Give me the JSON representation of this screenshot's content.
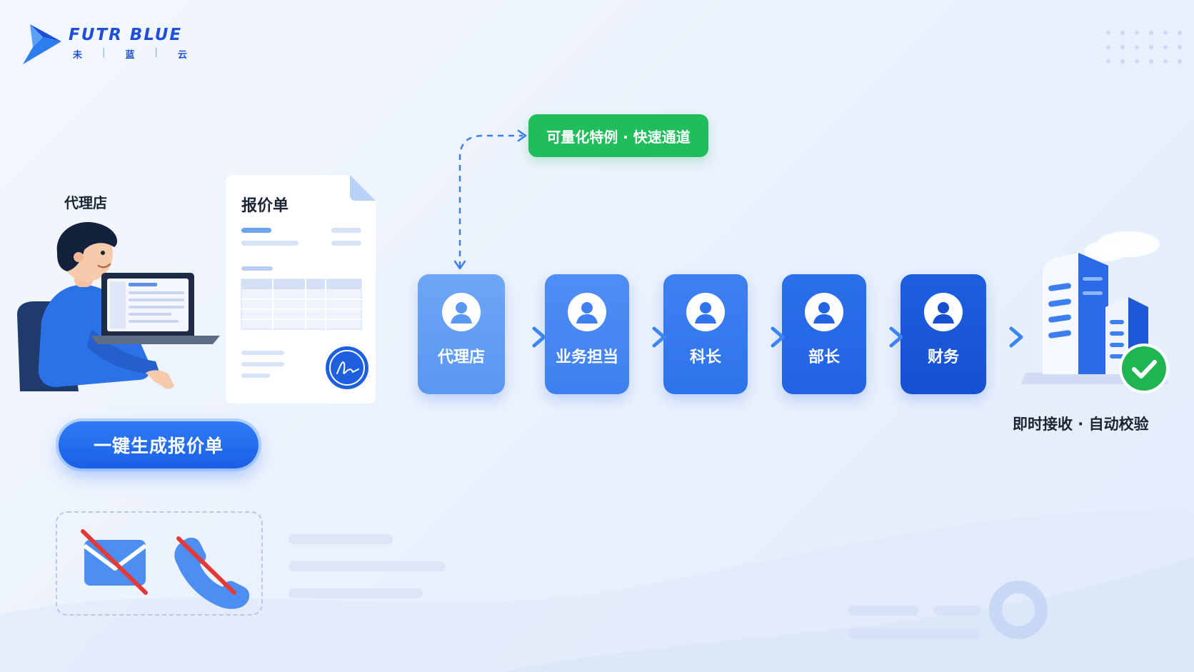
{
  "brand": {
    "name": "FUTR BLUE",
    "sub_chars": [
      "未",
      "蓝",
      "云"
    ],
    "color": "#1e4fd8"
  },
  "agent": {
    "label": "代理店"
  },
  "document": {
    "title": "报价单"
  },
  "action": {
    "button_label": "一键生成报价单"
  },
  "fast_track": {
    "label": "可量化特例 · 快速通道",
    "color": "#1fbe5a"
  },
  "flow": {
    "steps": [
      {
        "label": "代理店",
        "icon": "user-icon"
      },
      {
        "label": "业务担当",
        "icon": "user-icon"
      },
      {
        "label": "科长",
        "icon": "user-icon"
      },
      {
        "label": "部长",
        "icon": "user-icon"
      },
      {
        "label": "财务",
        "icon": "user-icon"
      }
    ]
  },
  "result": {
    "label": "即时接收 · 自动校验",
    "icon": "check-icon"
  },
  "disabled_channels": [
    {
      "icon": "email-icon",
      "state": "crossed-out"
    },
    {
      "icon": "phone-icon",
      "state": "crossed-out"
    }
  ]
}
